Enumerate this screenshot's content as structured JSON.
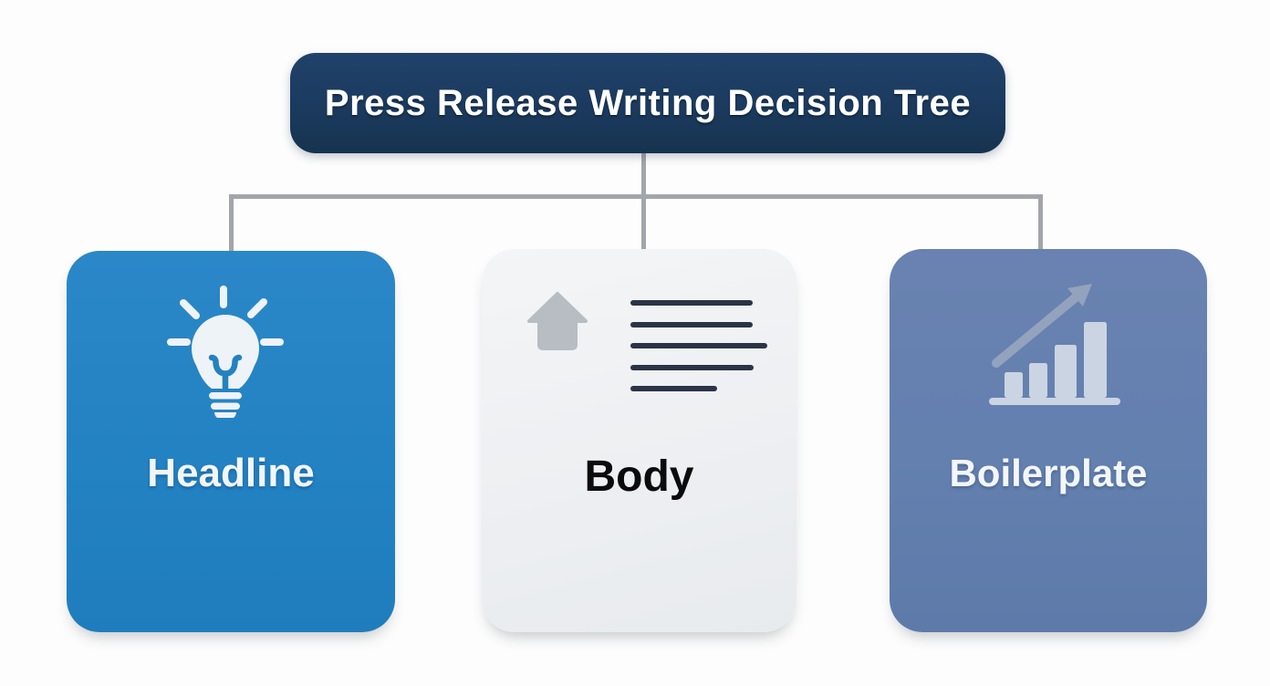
{
  "diagram": {
    "title": "Press Release Writing Decision Tree",
    "branches": [
      {
        "label": "Headline",
        "icon": "lightbulb-icon"
      },
      {
        "label": "Body",
        "icon": "home-and-text-lines-icon"
      },
      {
        "label": "Boilerplate",
        "icon": "growth-bar-chart-icon"
      }
    ]
  },
  "colors": {
    "background": "#fdfdfd",
    "title_bg": "#1c3a5e",
    "title_text": "#ffffff",
    "connector": "#a2a6aa",
    "headline_card_bg": "#2382c2",
    "headline_text": "#f2f6fa",
    "body_card_bg": "#edeff2",
    "body_text": "#0b0b0d",
    "boilerplate_card_bg": "#6380af",
    "boilerplate_text": "#f3f6fb",
    "bulb_icon": "#eef3f7",
    "house_icon": "#b7bdc3",
    "doc_lines_icon": "#2b3447",
    "chart_bars_icon": "#cbd4e2",
    "chart_arrow_icon": "#93a3bd"
  }
}
